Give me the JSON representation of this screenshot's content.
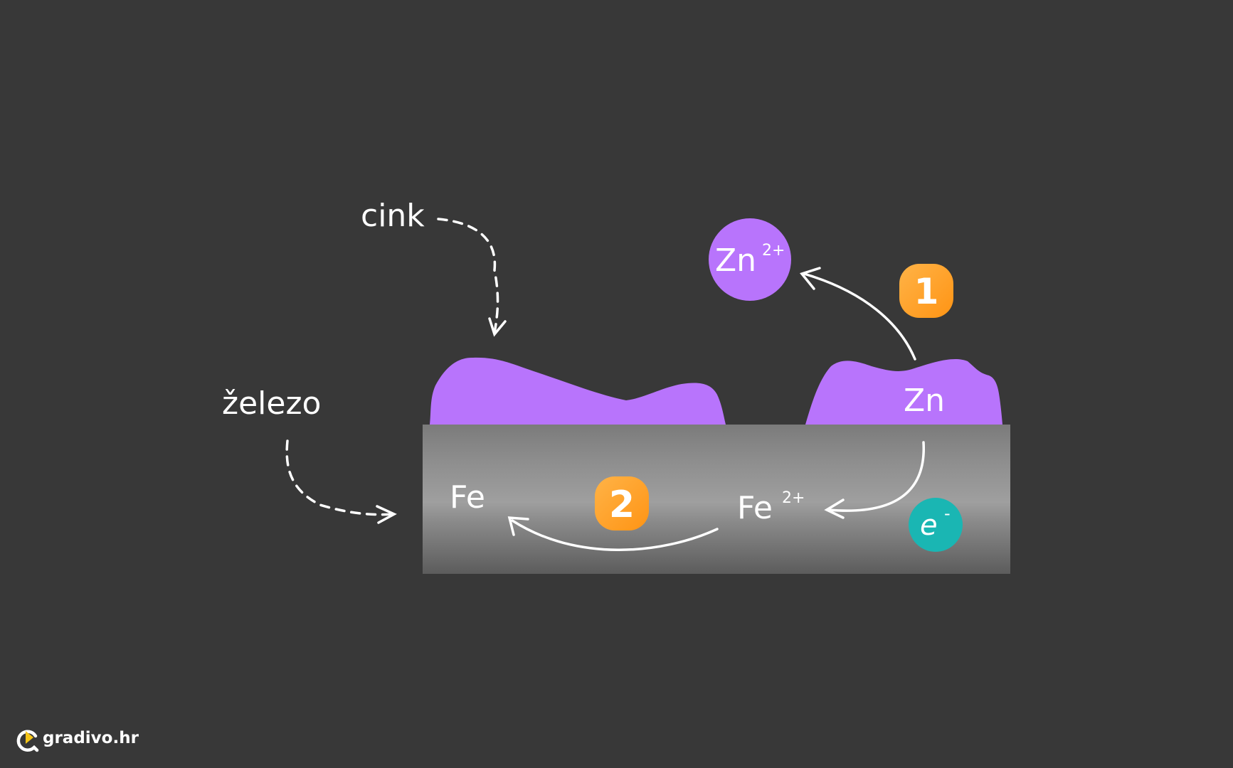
{
  "labels": {
    "zinc": "cink",
    "iron": "železo",
    "zn_ion": "Zn",
    "zn_ion_charge": "2+",
    "zn_metal": "Zn",
    "fe": "Fe",
    "fe_ion": "Fe",
    "fe_ion_charge": "2+",
    "electron": "e",
    "electron_charge": "-"
  },
  "steps": {
    "one": "1",
    "two": "2"
  },
  "brand": {
    "name": "gradivo.hr"
  },
  "colors": {
    "background": "#383838",
    "zinc": "#b874fc",
    "electron": "#1ab6b3",
    "badge": "#ff9d1c",
    "line": "#ffffff"
  }
}
